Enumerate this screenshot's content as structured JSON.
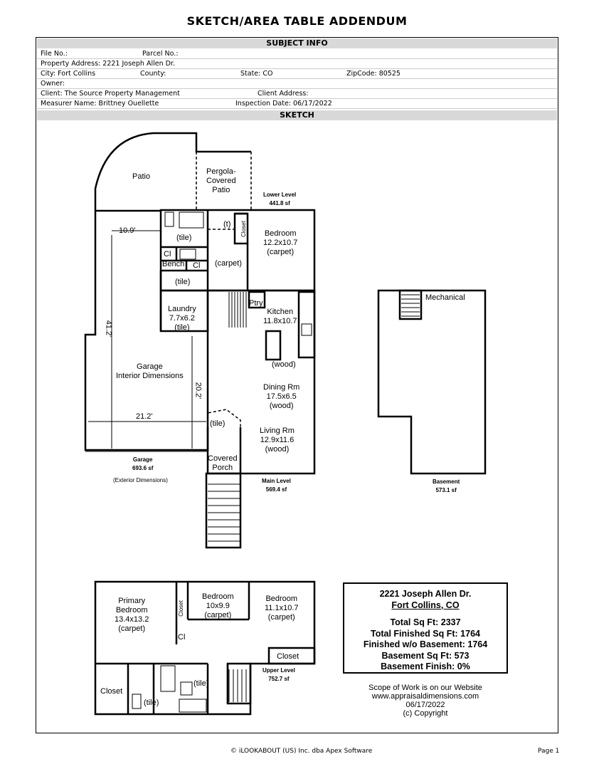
{
  "title": "SKETCH/AREA TABLE ADDENDUM",
  "subject": {
    "header": "SUBJECT INFO",
    "file_no": "File No.:",
    "parcel_no": "Parcel No.:",
    "property_address": "Property Address: 2221 Joseph Allen Dr.",
    "city": "City: Fort Collins",
    "county": "County:",
    "state": "State: CO",
    "zip": "ZipCode: 80525",
    "owner": "Owner:",
    "client": "Client: The Source Property Management",
    "client_address": "Client Address:",
    "measurer": "Measurer Name: Brittney Ouellette",
    "inspection_date": "Inspection Date: 06/17/2022"
  },
  "sketch": {
    "header": "SKETCH",
    "patio": "Patio",
    "pergola": [
      "Pergola-",
      "Covered",
      "Patio"
    ],
    "lower_level": [
      "Lower Level",
      "441.8 sf"
    ],
    "bedroom_lower": [
      "Bedroom",
      "12.2x10.7",
      "(carpet)"
    ],
    "closet_lower": "Closet",
    "t_label": "(t)",
    "tile_1": "(tile)",
    "cl_1": "Cl",
    "bench": "Bench",
    "cl_2": "Cl",
    "carpet_lower": "(carpet)",
    "tile_2": "(tile)",
    "dim_10_9": "10.9'",
    "dim_41_2": "41.2'",
    "dim_20_2": "20.2'",
    "dim_21_2": "21.2'",
    "laundry": [
      "Laundry",
      "7.7x6.2",
      "(tile)"
    ],
    "ptry": "Ptry",
    "kitchen": [
      "Kitchen",
      "11.8x10.7"
    ],
    "wood_1": "(wood)",
    "dining": [
      "Dining Rm",
      "17.5x6.5",
      "(wood)"
    ],
    "living": [
      "Living Rm",
      "12.9x11.6",
      "(wood)"
    ],
    "tile_entry": "(tile)",
    "garage_interior": [
      "Garage",
      "Interior Dimensions"
    ],
    "garage_label": [
      "Garage",
      "693.6 sf"
    ],
    "garage_exterior": "(Exterior Dimensions)",
    "covered_porch": [
      "Covered",
      "Porch"
    ],
    "main_level": [
      "Main Level",
      "569.4 sf"
    ],
    "mechanical": "Mechanical",
    "basement": [
      "Basement",
      "573.1 sf"
    ],
    "primary_bedroom": [
      "Primary",
      "Bedroom",
      "13.4x13.2",
      "(carpet)"
    ],
    "closet_up_1": "Closet",
    "bedroom_up_1": [
      "Bedroom",
      "10x9.9",
      "(carpet)"
    ],
    "bedroom_up_2": [
      "Bedroom",
      "11.1x10.7",
      "(carpet)"
    ],
    "cl_up": "Cl",
    "closet_up_2": "Closet",
    "closet_up_3": "Closet",
    "tile_up_1": "(tile)",
    "tile_up_2": "(tile)",
    "upper_level": [
      "Upper Level",
      "752.7 sf"
    ]
  },
  "summary": {
    "address": "2221 Joseph Allen Dr.",
    "city": "Fort Collins, CO",
    "total": "Total Sq Ft:  2337",
    "total_finished": "Total Finished Sq Ft:  1764",
    "finished_wo_basement": "Finished w/o Basement:  1764",
    "basement_sqft": "Basement Sq Ft:  573",
    "basement_finish": "Basement Finish:  0%"
  },
  "scope": {
    "line1": "Scope of Work is on our Website",
    "line2": "www.appraisaldimensions.com",
    "line3": "06/17/2022",
    "line4": "(c) Copyright"
  },
  "footer": {
    "left": "© iLOOKABOUT (US) Inc. dba Apex Software",
    "right": "Page 1"
  }
}
